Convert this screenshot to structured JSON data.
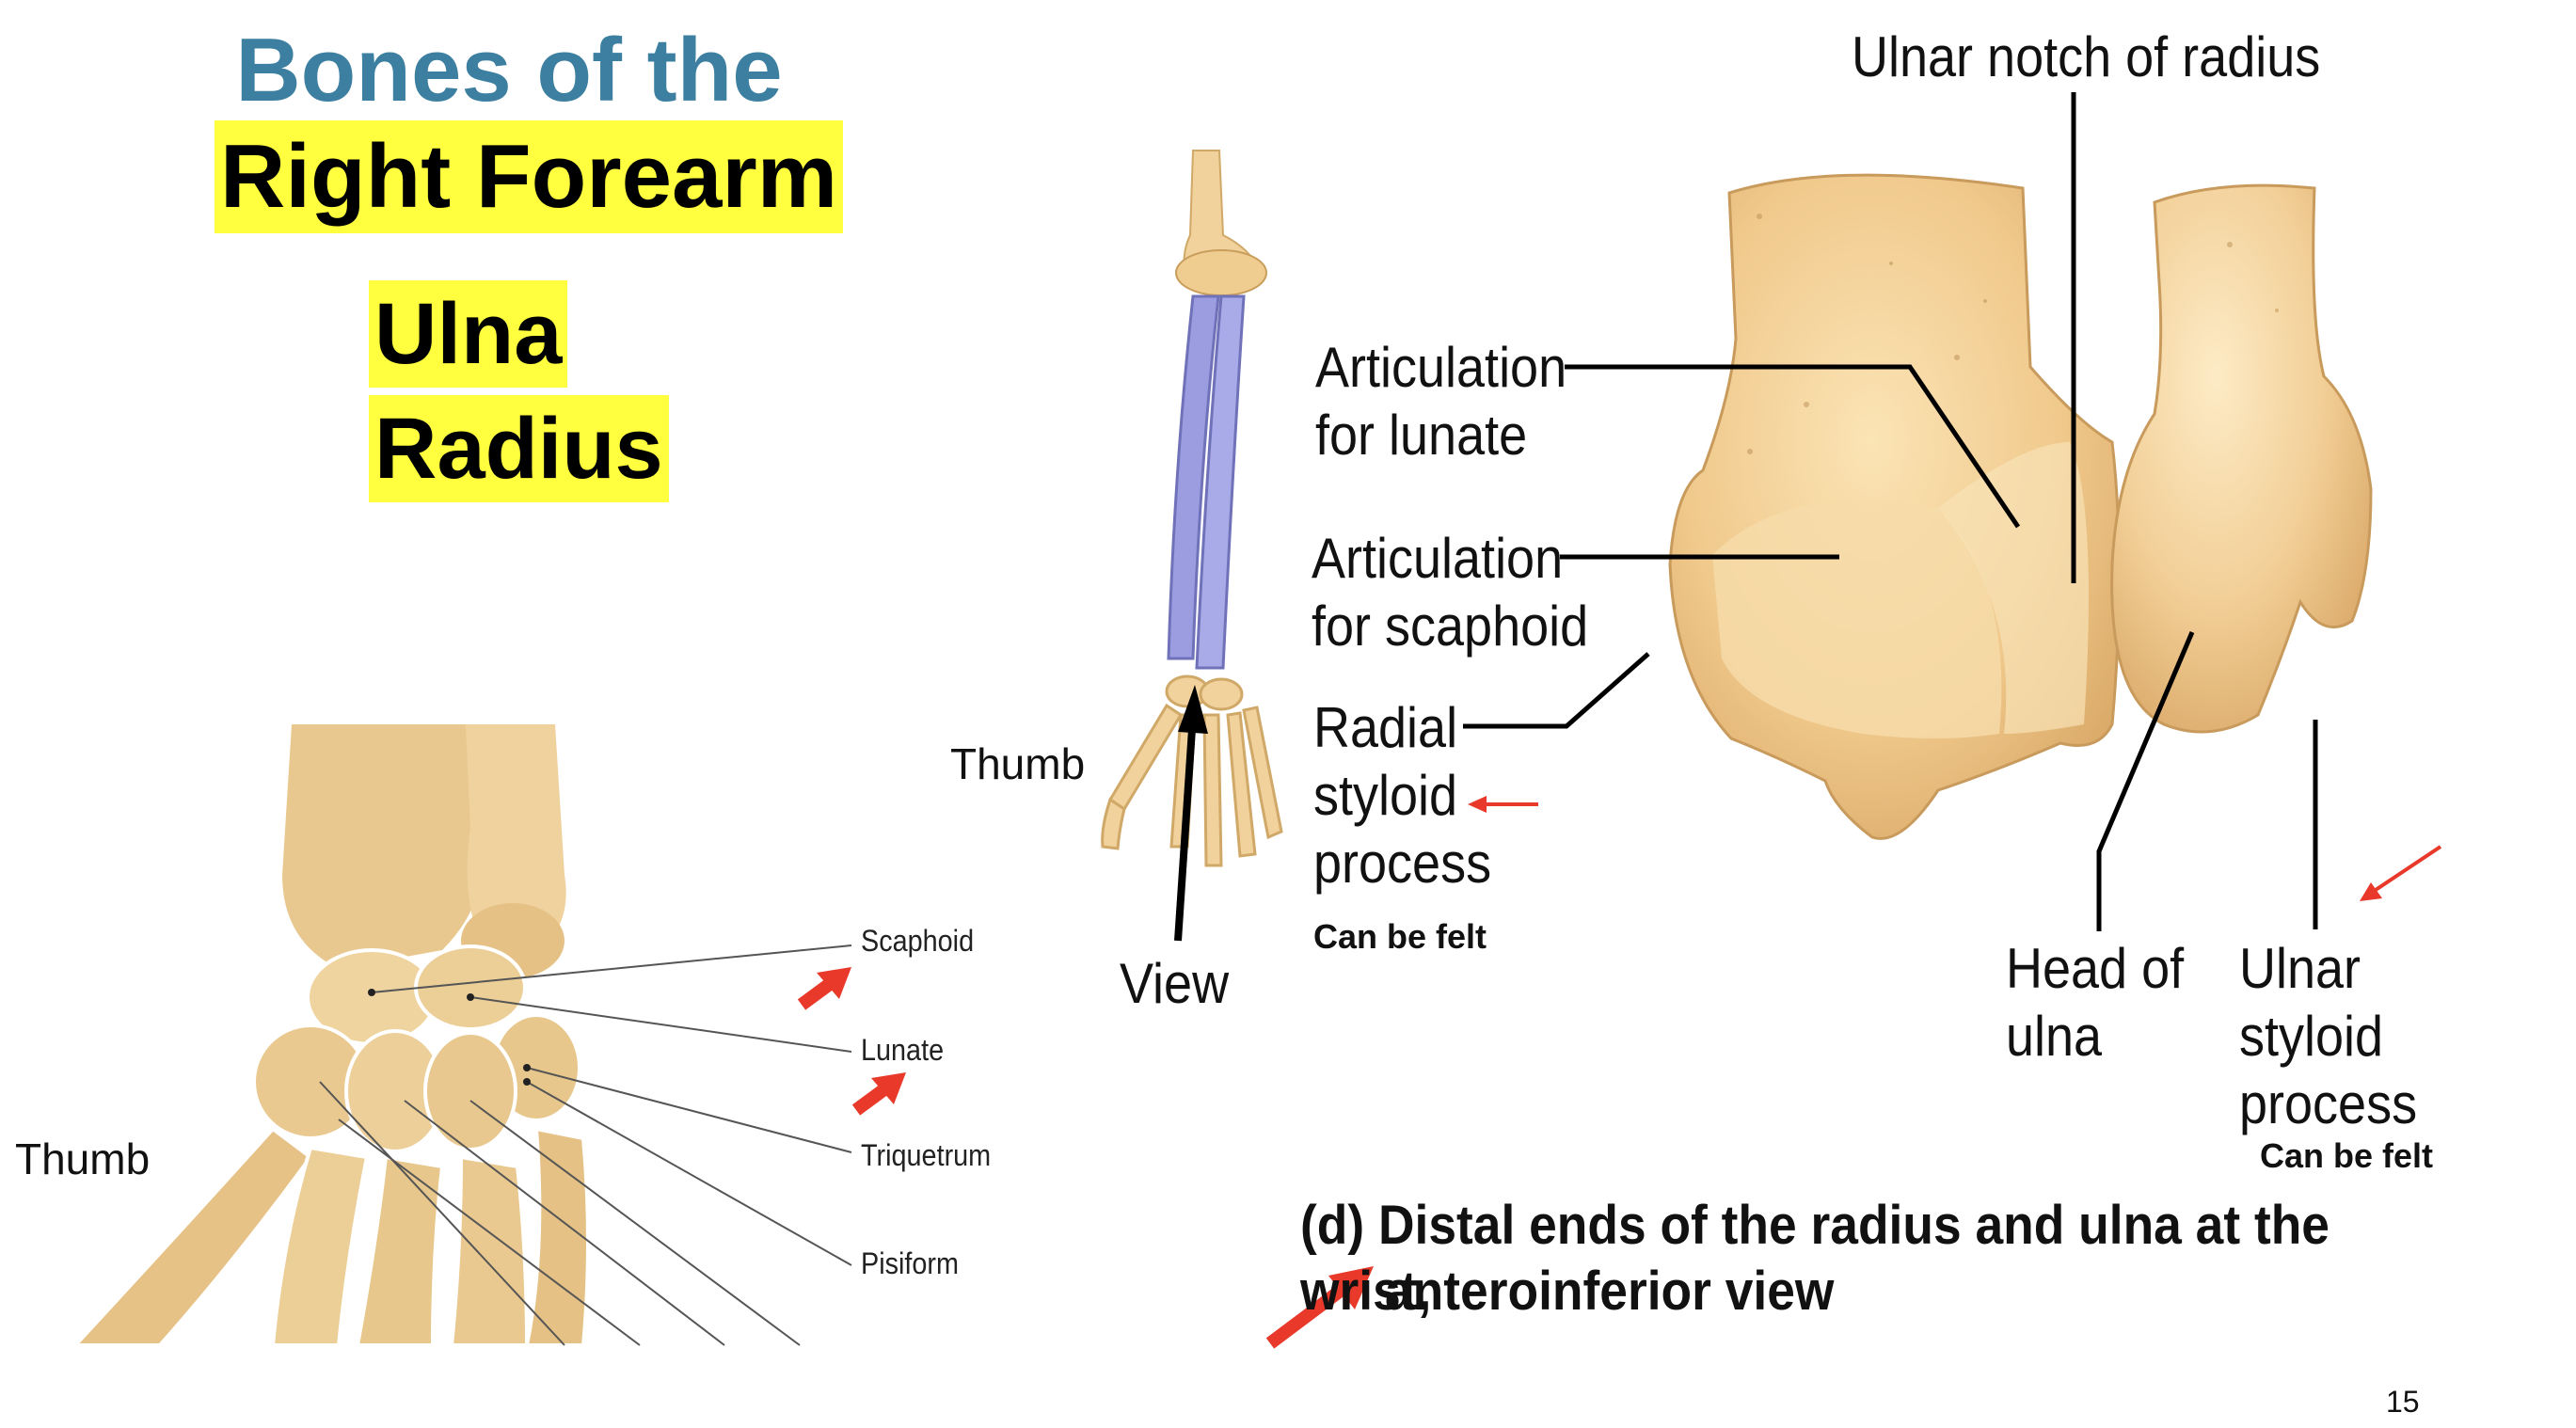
{
  "title": {
    "line1": "Bones of the",
    "line2": "Right Forearm"
  },
  "bones": [
    "Ulna",
    "Radius"
  ],
  "wrist_diagram": {
    "thumb_label": "Thumb",
    "labels": [
      "Scaphoid",
      "Lunate",
      "Triquetrum",
      "Pisiform"
    ]
  },
  "arm_diagram": {
    "thumb_label": "Thumb",
    "view_label": "View"
  },
  "distal_diagram": {
    "top_label": "Ulnar notch of radius",
    "articulation_lunate": [
      "Articulation",
      "for lunate"
    ],
    "articulation_scaphoid": [
      "Articulation",
      "for scaphoid"
    ],
    "radial_styloid": [
      "Radial",
      "styloid",
      "process"
    ],
    "radial_felt": "Can be felt",
    "head_of_ulna": [
      "Head of",
      "ulna"
    ],
    "ulnar_styloid": [
      "Ulnar",
      "styloid",
      "process"
    ],
    "ulnar_felt": "Can be felt",
    "caption_line1": "(d) Distal ends of the radius and ulna at the wrist,",
    "caption_line2": "anteroinferior view"
  },
  "page_number": "15",
  "colors": {
    "title_blue": "#3c7fa0",
    "highlight_yellow": "#ffff40",
    "bone_tan": "#f0c98c",
    "arrow_red": "#e8392a",
    "arm_bone_blue": "#9b9de0"
  }
}
